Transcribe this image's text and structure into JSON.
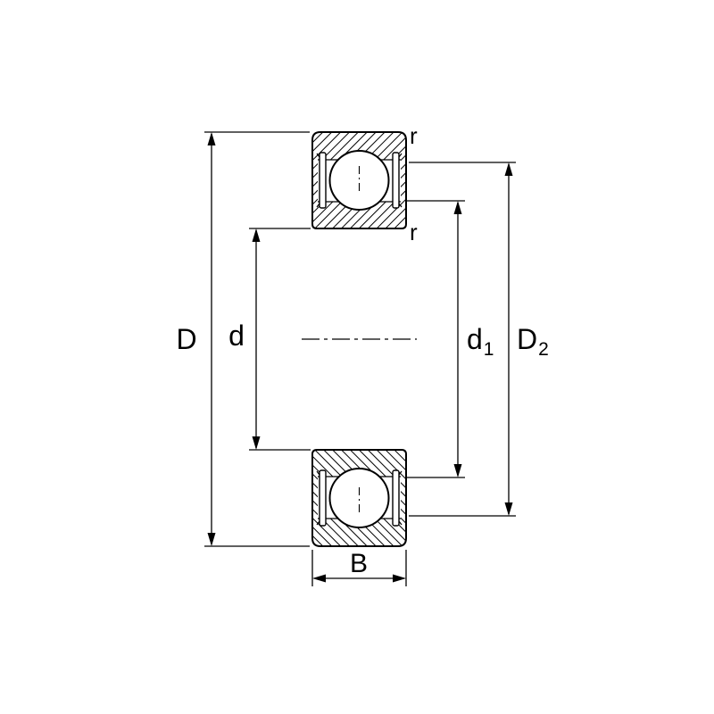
{
  "diagram": {
    "background_color": "#ffffff",
    "line_color": "#000000",
    "dimensions": {
      "outer_diameter": {
        "label": "D"
      },
      "bore_diameter": {
        "label": "d"
      },
      "shoulder_diameter": {
        "label_main": "d",
        "label_sub": "1"
      },
      "recess_diameter": {
        "label_main": "D",
        "label_sub": "2"
      },
      "width": {
        "label": "B"
      },
      "chamfer_outer": {
        "label": "r"
      },
      "chamfer_bore": {
        "label": "r"
      }
    }
  }
}
